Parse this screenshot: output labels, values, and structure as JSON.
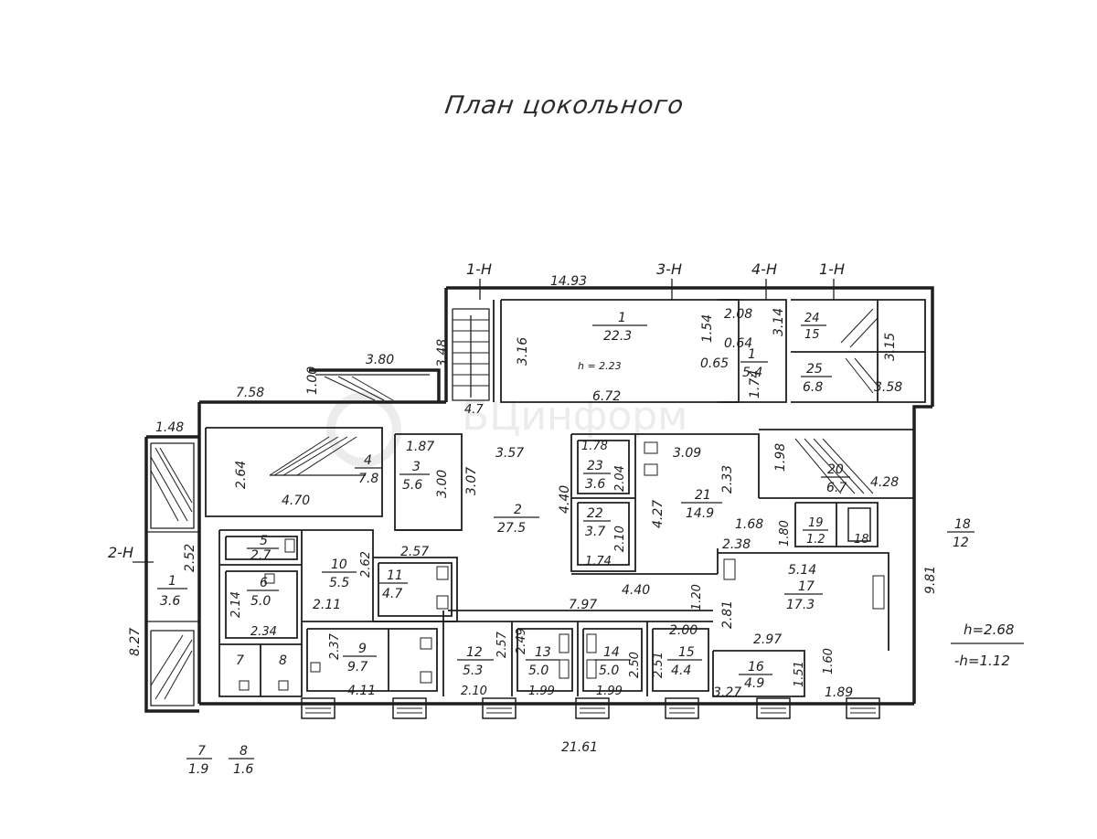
{
  "title": "План цокольного",
  "axes": [
    {
      "id": "a1",
      "label": "1-Н"
    },
    {
      "id": "a2",
      "label": "3-Н"
    },
    {
      "id": "a3",
      "label": "4-Н"
    },
    {
      "id": "a4",
      "label": "1-Н"
    },
    {
      "id": "a5",
      "label": "2-Н"
    }
  ],
  "rooms": [
    {
      "id": "r1",
      "num": "1",
      "area": "22.3"
    },
    {
      "id": "r2",
      "num": "2",
      "area": "27.5"
    },
    {
      "id": "r3",
      "num": "3",
      "area": "5.6"
    },
    {
      "id": "r4",
      "num": "4",
      "area": "7.8"
    },
    {
      "id": "r5",
      "num": "5",
      "area": "2.7"
    },
    {
      "id": "r6",
      "num": "6",
      "area": "5.0"
    },
    {
      "id": "r7",
      "num": "7",
      "area": ""
    },
    {
      "id": "r8",
      "num": "8",
      "area": ""
    },
    {
      "id": "r9",
      "num": "9",
      "area": "9.7"
    },
    {
      "id": "r10",
      "num": "10",
      "area": "5.5"
    },
    {
      "id": "r11",
      "num": "11",
      "area": "4.7"
    },
    {
      "id": "r12",
      "num": "12",
      "area": "5.3"
    },
    {
      "id": "r13",
      "num": "13",
      "area": "5.0"
    },
    {
      "id": "r14",
      "num": "14",
      "area": "5.0"
    },
    {
      "id": "r15",
      "num": "15",
      "area": "4.4"
    },
    {
      "id": "r16",
      "num": "16",
      "area": "4.9"
    },
    {
      "id": "r17",
      "num": "17",
      "area": "17.3"
    },
    {
      "id": "r19",
      "num": "19",
      "area": "1.2"
    },
    {
      "id": "r20",
      "num": "20",
      "area": "6.7"
    },
    {
      "id": "r21",
      "num": "21",
      "area": "14.9"
    },
    {
      "id": "r22",
      "num": "22",
      "area": "3.7"
    },
    {
      "id": "r23",
      "num": "23",
      "area": "3.6"
    },
    {
      "id": "r24",
      "num": "24",
      "area": "15"
    },
    {
      "id": "r25",
      "num": "25",
      "area": "6.8"
    },
    {
      "id": "rs1",
      "num": "1",
      "area": "5.4"
    },
    {
      "id": "rw1",
      "num": "1",
      "area": "3.6"
    },
    {
      "id": "r18in",
      "num": "18",
      "area": ""
    }
  ],
  "outside_rooms": [
    {
      "id": "o18",
      "num": "18",
      "area": "12"
    },
    {
      "id": "o7",
      "num": "7",
      "area": "1.9"
    },
    {
      "id": "o8",
      "num": "8",
      "area": "1.6"
    }
  ],
  "height_note": {
    "h": "h=2.68",
    "minus_h": "-h=1.12"
  },
  "room1_height": "h = 2.23",
  "dimensions": [
    {
      "id": "d1",
      "text": "14.93"
    },
    {
      "id": "d2",
      "text": "3.80"
    },
    {
      "id": "d3",
      "text": "3.48"
    },
    {
      "id": "d4",
      "text": "1.00"
    },
    {
      "id": "d5",
      "text": "7.58"
    },
    {
      "id": "d6",
      "text": "1.48"
    },
    {
      "id": "d7",
      "text": "2.52"
    },
    {
      "id": "d8",
      "text": "8.27"
    },
    {
      "id": "d9",
      "text": "2.64"
    },
    {
      "id": "d10",
      "text": "4.70"
    },
    {
      "id": "d11",
      "text": "1.87"
    },
    {
      "id": "d12",
      "text": "3.00"
    },
    {
      "id": "d13",
      "text": "3.07"
    },
    {
      "id": "d14",
      "text": "3.57"
    },
    {
      "id": "d15",
      "text": "4.40"
    },
    {
      "id": "d16",
      "text": "3.16"
    },
    {
      "id": "d17",
      "text": "6.72"
    },
    {
      "id": "d18",
      "text": "4.7"
    },
    {
      "id": "d19",
      "text": "1.54"
    },
    {
      "id": "d20",
      "text": "0.65"
    },
    {
      "id": "d21",
      "text": "2.08"
    },
    {
      "id": "d22",
      "text": "0.64"
    },
    {
      "id": "d23",
      "text": "3.14"
    },
    {
      "id": "d24",
      "text": "1.74"
    },
    {
      "id": "d25",
      "text": "3.15"
    },
    {
      "id": "d26",
      "text": "3.58"
    },
    {
      "id": "d27",
      "text": "1.78"
    },
    {
      "id": "d28",
      "text": "2.04"
    },
    {
      "id": "d29",
      "text": "2.10"
    },
    {
      "id": "d30",
      "text": "1.74"
    },
    {
      "id": "d31",
      "text": "3.09"
    },
    {
      "id": "d32",
      "text": "4.27"
    },
    {
      "id": "d33",
      "text": "2.33"
    },
    {
      "id": "d34",
      "text": "1.98"
    },
    {
      "id": "d35",
      "text": "4.28"
    },
    {
      "id": "d36",
      "text": "1.68"
    },
    {
      "id": "d37",
      "text": "1.80"
    },
    {
      "id": "d38",
      "text": "2.38"
    },
    {
      "id": "d39",
      "text": "5.14"
    },
    {
      "id": "d40",
      "text": "9.81"
    },
    {
      "id": "d41",
      "text": "4.40"
    },
    {
      "id": "d42",
      "text": "7.97"
    },
    {
      "id": "d43",
      "text": "1.20"
    },
    {
      "id": "d44",
      "text": "2.00"
    },
    {
      "id": "d45",
      "text": "2.81"
    },
    {
      "id": "d46",
      "text": "2.97"
    },
    {
      "id": "d47",
      "text": "1.51"
    },
    {
      "id": "d48",
      "text": "1.60"
    },
    {
      "id": "d49",
      "text": "3.27"
    },
    {
      "id": "d50",
      "text": "1.89"
    },
    {
      "id": "d51",
      "text": "2.57"
    },
    {
      "id": "d52",
      "text": "2.62"
    },
    {
      "id": "d53",
      "text": "2.11"
    },
    {
      "id": "d54",
      "text": "2.14"
    },
    {
      "id": "d55",
      "text": "2.34"
    },
    {
      "id": "d56",
      "text": "2.37"
    },
    {
      "id": "d57",
      "text": "4.11"
    },
    {
      "id": "d58",
      "text": "2.57"
    },
    {
      "id": "d59",
      "text": "2.10"
    },
    {
      "id": "d60",
      "text": "2.49"
    },
    {
      "id": "d61",
      "text": "1.99"
    },
    {
      "id": "d62",
      "text": "1.99"
    },
    {
      "id": "d63",
      "text": "2.50"
    },
    {
      "id": "d64",
      "text": "2.51"
    },
    {
      "id": "d65",
      "text": "21.61"
    }
  ],
  "watermark": "БЦинформ",
  "colors": {
    "ink": "#1e1e1e",
    "paper": "#ffffff",
    "watermark": "#c9c9c9"
  }
}
